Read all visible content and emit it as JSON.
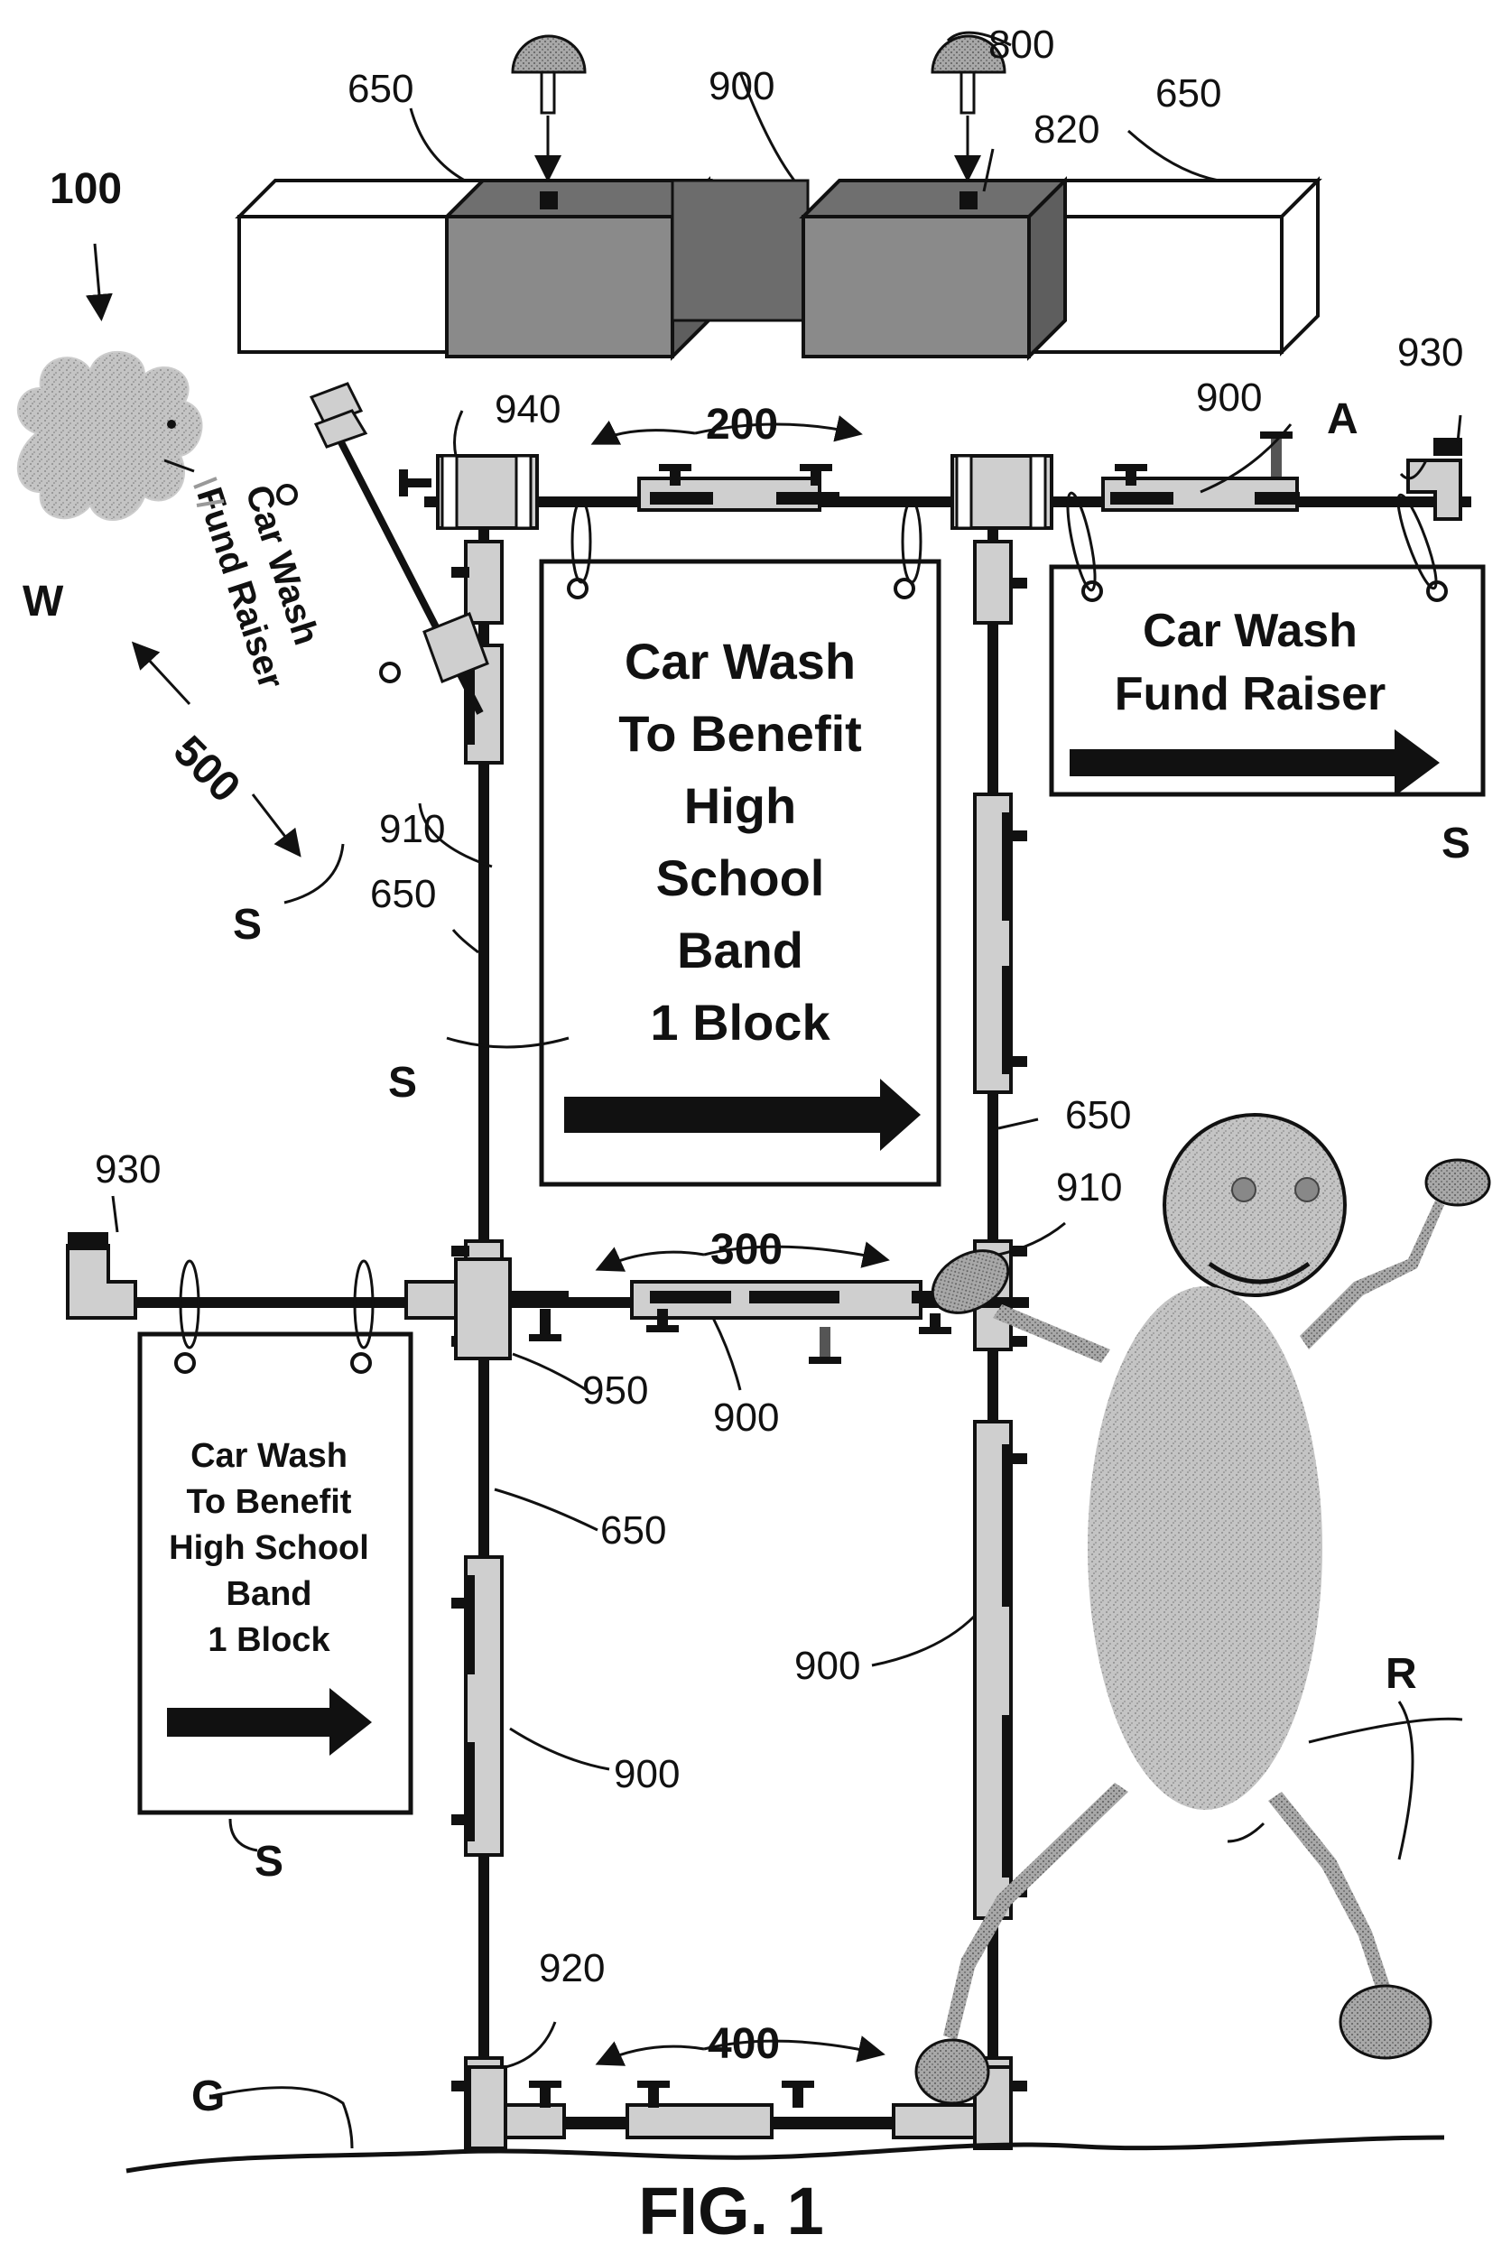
{
  "figure": {
    "caption": "FIG. 1",
    "ref_numerals": {
      "assembly": "100",
      "span_top": "200",
      "span_middle": "300",
      "span_bottom": "400",
      "span_angled": "500",
      "post": "650",
      "cap": "800",
      "cap_socket": "820",
      "clamp": "900",
      "clamp_joint": "910",
      "base_clamp": "920",
      "end_stop": "930",
      "top_corner": "940",
      "cross_joint": "950"
    },
    "letter_labels": {
      "wind": "W",
      "sign": "S",
      "attachment": "A",
      "ground": "G",
      "runner": "R"
    }
  },
  "signs": {
    "main": [
      "Car Wash",
      "To Benefit",
      "High",
      "School",
      "Band",
      "1 Block"
    ],
    "top_right": [
      "Car Wash",
      "Fund Raiser"
    ],
    "lower_left": [
      "Car Wash",
      "To Benefit",
      "High School",
      "Band",
      "1 Block"
    ],
    "angled": [
      "Car Wash",
      "Fund Raiser"
    ]
  },
  "colors": {
    "line": "#111111",
    "part_fill": "#cfcfcf",
    "box_fill": "#8a8a8a",
    "figure_fill": "#b8b8b8"
  }
}
